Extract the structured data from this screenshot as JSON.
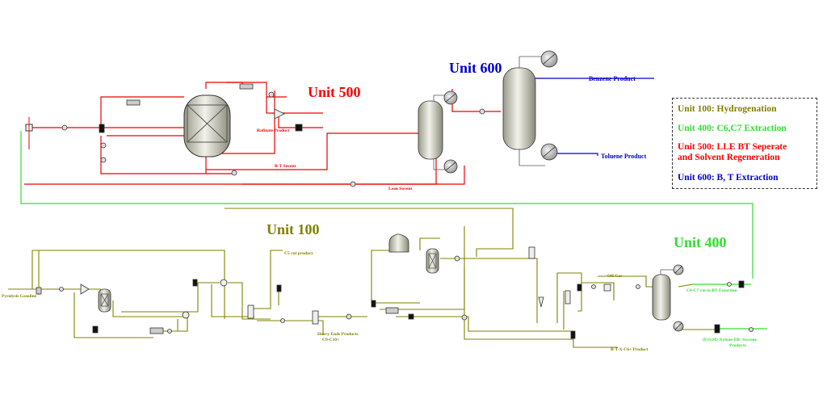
{
  "units": {
    "u500": {
      "title": "Unit 500",
      "color": "#ff0000"
    },
    "u600": {
      "title": "Unit 600",
      "color": "#0000cc"
    },
    "u100": {
      "title": "Unit 100",
      "color": "#808000"
    },
    "u400": {
      "title": "Unit 400",
      "color": "#33dd33"
    }
  },
  "streams": {
    "benzene": "Benzene Product",
    "toluene": "Toluene Product",
    "raffinate": "Rafinate Product",
    "bt_solvent": "B-T Sovent",
    "lean_solvent": "Lean Sovent",
    "pyrolysis": "Pyrolysis Gasoline",
    "c5_cut": "C5 cut product",
    "heavy_ends_1": "Heavy Ends Products",
    "heavy_ends_2": "C9-C10+",
    "off_gas": "Off Gas",
    "c6c7_cut": "C6-C7 cut to BT Extaction",
    "btx_c6": "B-T-X-C6+ Product",
    "xylene_1": "(P,O,M)-Xylene-EB- Styrene",
    "xylene_2": "Products"
  },
  "legend": {
    "items": [
      {
        "text": "Unit 100: Hydrogenation",
        "color": "#808000"
      },
      {
        "text": "Unit 400: C6,C7  Extraction",
        "color": "#33dd33"
      },
      {
        "text": "Unit 500: LLE BT Seperate\nand Solvent Regeneration",
        "color": "#ff0000"
      },
      {
        "text": "Unit 600: B, T Extraction",
        "color": "#0000cc"
      }
    ]
  },
  "colors": {
    "olive": "#808000",
    "red": "#ee0000",
    "blue": "#0000cc",
    "green": "#33dd33",
    "equipment_fill": "#d8d8c8"
  }
}
